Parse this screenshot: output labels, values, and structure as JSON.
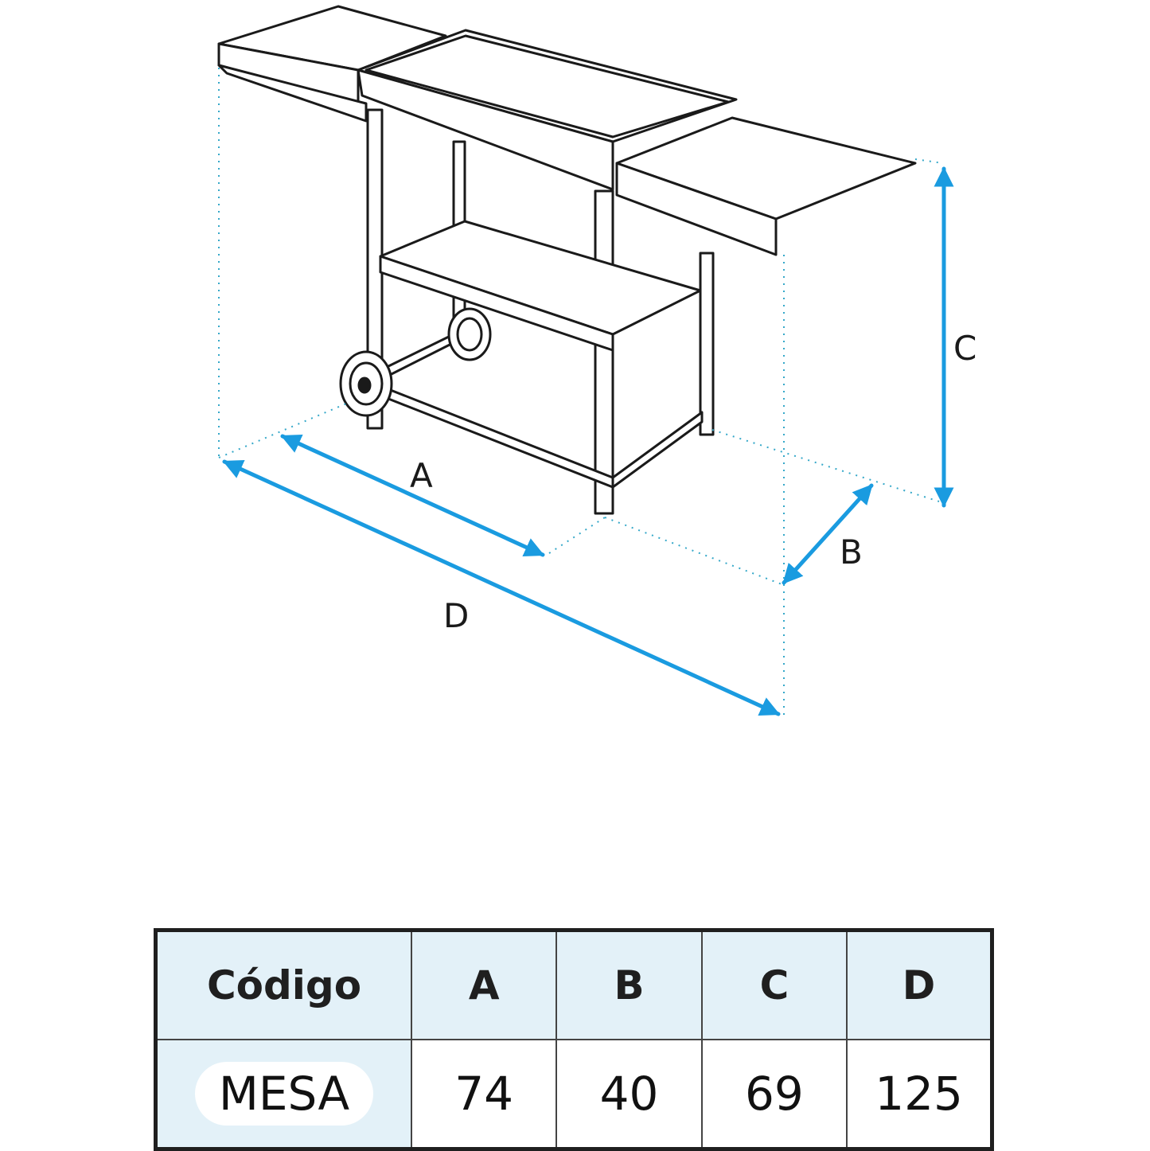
{
  "diagram": {
    "labels": {
      "a": "A",
      "b": "B",
      "c": "C",
      "d": "D"
    },
    "arrow_color": "#1a9be0",
    "line_color": "#1a1a1a",
    "guide_color": "#35a8c9"
  },
  "table": {
    "headers": [
      "Código",
      "A",
      "B",
      "C",
      "D"
    ],
    "rows": [
      [
        "MESA",
        "74",
        "40",
        "69",
        "125"
      ]
    ],
    "header_bg": "#e3f1f8"
  }
}
